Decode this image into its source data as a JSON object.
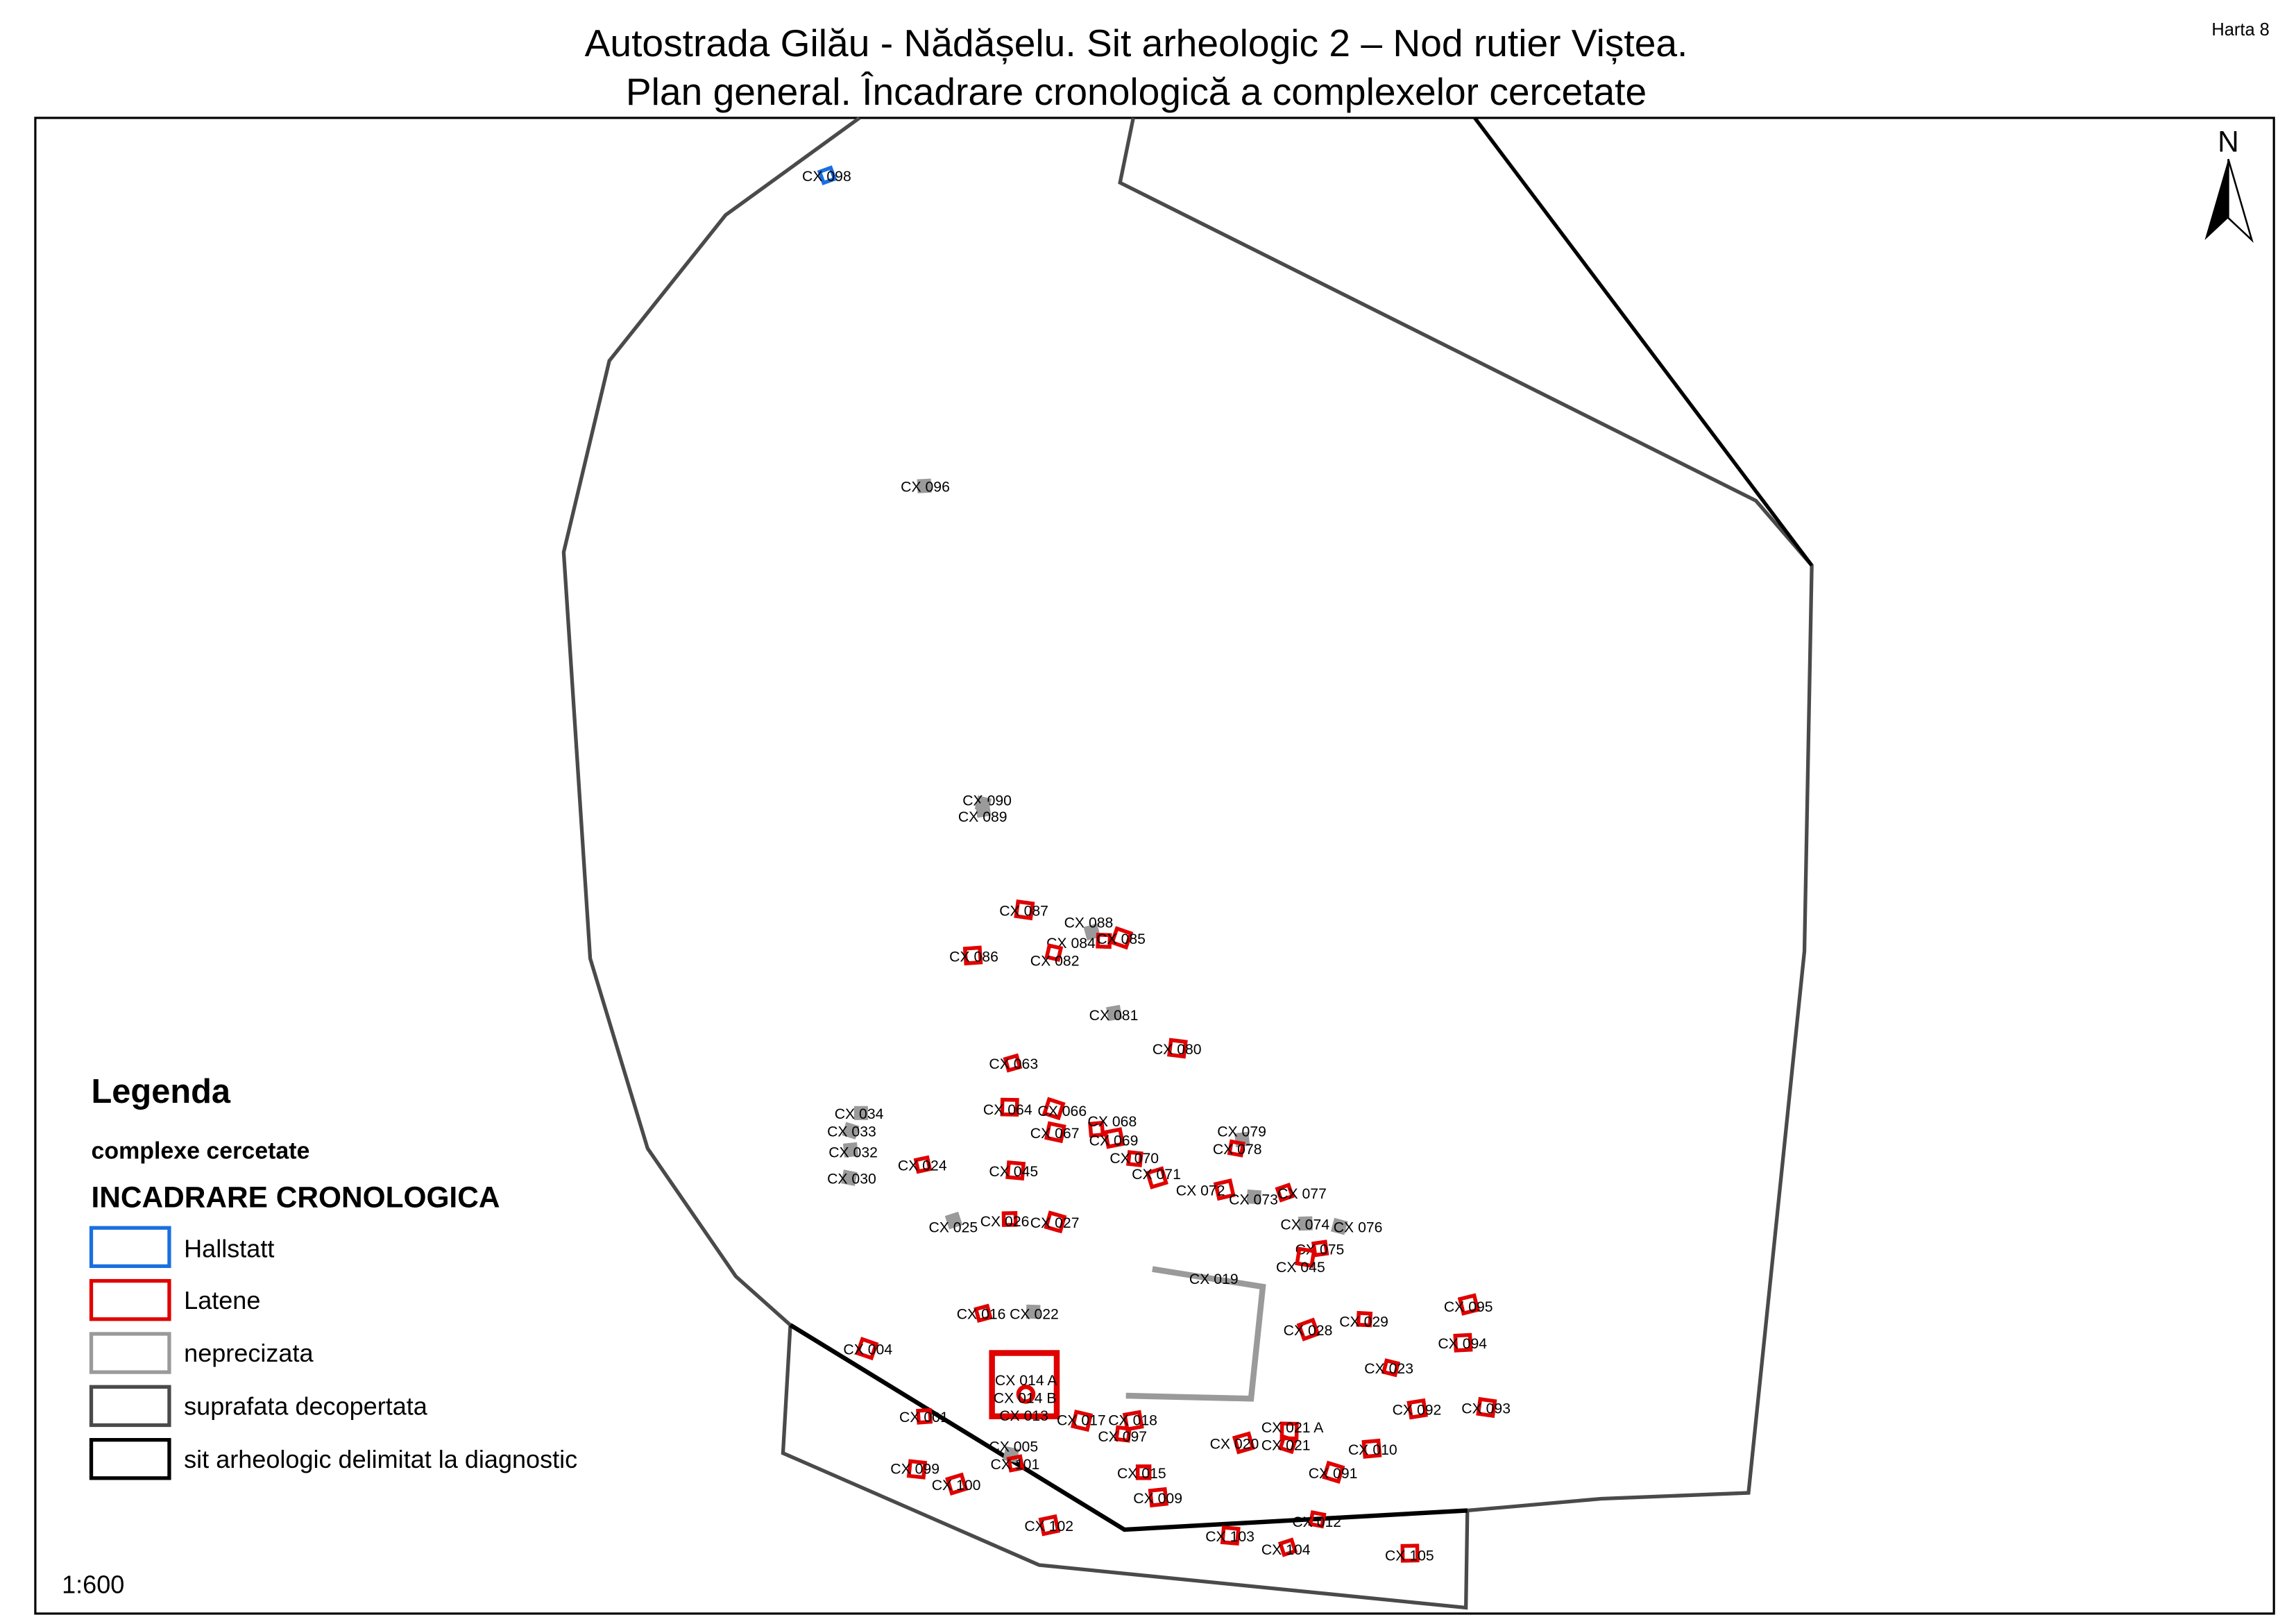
{
  "map_number": "Harta 8",
  "title": {
    "line1": "Autostrada Gilău - Nădășelu. Sit arheologic 2 – Nod rutier Viștea.",
    "line2": "Plan general. Încadrare cronologică a complexelor cercetate"
  },
  "north_label": "N",
  "scale": "1:600",
  "legend": {
    "title": "Legenda",
    "subtitle": "complexe cercetate",
    "section": "INCADRARE CRONOLOGICA",
    "items": [
      {
        "label": "Hallstatt",
        "color": "#1a6fe0"
      },
      {
        "label": "Latene",
        "color": "#e00000"
      },
      {
        "label": "neprecizata",
        "color": "#9a9a9a"
      },
      {
        "label": "suprafata decopertata",
        "color": "#4a4a4a"
      },
      {
        "label": "sit arheologic delimitat la diagnostic",
        "color": "#000000"
      }
    ]
  },
  "colors": {
    "hallstatt": "#1a6fe0",
    "latene": "#e00000",
    "neprecizata": "#9a9a9a",
    "surface": "#4a4a4a",
    "site": "#000000"
  },
  "features": [
    {
      "label": "CX 098",
      "period": "hallstatt"
    },
    {
      "label": "CX 096",
      "period": "neprecizata"
    },
    {
      "label": "CX 090",
      "period": "neprecizata"
    },
    {
      "label": "CX 089",
      "period": "neprecizata"
    },
    {
      "label": "CX 087",
      "period": "latene"
    },
    {
      "label": "CX 088",
      "period": "neprecizata"
    },
    {
      "label": "CX 084",
      "period": "latene"
    },
    {
      "label": "CX 085",
      "period": "latene"
    },
    {
      "label": "CX 086",
      "period": "latene"
    },
    {
      "label": "CX 082",
      "period": "latene"
    },
    {
      "label": "CX 081",
      "period": "neprecizata"
    },
    {
      "label": "CX 080",
      "period": "latene"
    },
    {
      "label": "CX 063",
      "period": "latene"
    },
    {
      "label": "CX 064",
      "period": "latene"
    },
    {
      "label": "CX 066",
      "period": "latene"
    },
    {
      "label": "CX 068",
      "period": "latene"
    },
    {
      "label": "CX 067",
      "period": "latene"
    },
    {
      "label": "CX 069",
      "period": "latene"
    },
    {
      "label": "CX 070",
      "period": "latene"
    },
    {
      "label": "CX 071",
      "period": "latene"
    },
    {
      "label": "CX 034",
      "period": "neprecizata"
    },
    {
      "label": "CX 033",
      "period": "neprecizata"
    },
    {
      "label": "CX 032",
      "period": "neprecizata"
    },
    {
      "label": "CX 030",
      "period": "neprecizata"
    },
    {
      "label": "CX 024",
      "period": "latene"
    },
    {
      "label": "CX 045",
      "period": "latene"
    },
    {
      "label": "CX 025",
      "period": "neprecizata"
    },
    {
      "label": "CX 026",
      "period": "latene"
    },
    {
      "label": "CX 027",
      "period": "latene"
    },
    {
      "label": "CX 079",
      "period": "neprecizata"
    },
    {
      "label": "CX 078",
      "period": "latene"
    },
    {
      "label": "CX 072",
      "period": "latene"
    },
    {
      "label": "CX 073",
      "period": "neprecizata"
    },
    {
      "label": "CX 077",
      "period": "latene"
    },
    {
      "label": "CX 074",
      "period": "neprecizata"
    },
    {
      "label": "CX 076",
      "period": "neprecizata"
    },
    {
      "label": "CX 075",
      "period": "latene"
    },
    {
      "label": "CX 045",
      "period": "latene"
    },
    {
      "label": "CX 095",
      "period": "latene"
    },
    {
      "label": "CX 029",
      "period": "latene"
    },
    {
      "label": "CX 028",
      "period": "latene"
    },
    {
      "label": "CX 094",
      "period": "latene"
    },
    {
      "label": "CX 023",
      "period": "latene"
    },
    {
      "label": "CX 092",
      "period": "latene"
    },
    {
      "label": "CX 093",
      "period": "latene"
    },
    {
      "label": "CX 016",
      "period": "latene"
    },
    {
      "label": "CX 022",
      "period": "neprecizata"
    },
    {
      "label": "CX 004",
      "period": "latene"
    },
    {
      "label": "CX 001",
      "period": "latene"
    },
    {
      "label": "CX 017",
      "period": "latene"
    },
    {
      "label": "CX 018",
      "period": "latene"
    },
    {
      "label": "CX 097",
      "period": "latene"
    },
    {
      "label": "CX 020",
      "period": "latene"
    },
    {
      "label": "CX 021 A",
      "period": "latene"
    },
    {
      "label": "CX 021",
      "period": "latene"
    },
    {
      "label": "CX 010",
      "period": "latene"
    },
    {
      "label": "CX 005",
      "period": "neprecizata"
    },
    {
      "label": "CX 101",
      "period": "latene"
    },
    {
      "label": "CX 099",
      "period": "latene"
    },
    {
      "label": "CX 100",
      "period": "latene"
    },
    {
      "label": "CX 015",
      "period": "latene"
    },
    {
      "label": "CX 091",
      "period": "latene"
    },
    {
      "label": "CX 009",
      "period": "latene"
    },
    {
      "label": "CX 012",
      "period": "latene"
    },
    {
      "label": "CX 102",
      "period": "latene"
    },
    {
      "label": "CX 103",
      "period": "latene"
    },
    {
      "label": "CX 104",
      "period": "latene"
    },
    {
      "label": "CX 105",
      "period": "latene"
    }
  ],
  "big_features": {
    "cx014a": "CX 014 A",
    "cx014b": "CX 014 B",
    "cx013": "CX 013",
    "cx019": "CX 019"
  }
}
